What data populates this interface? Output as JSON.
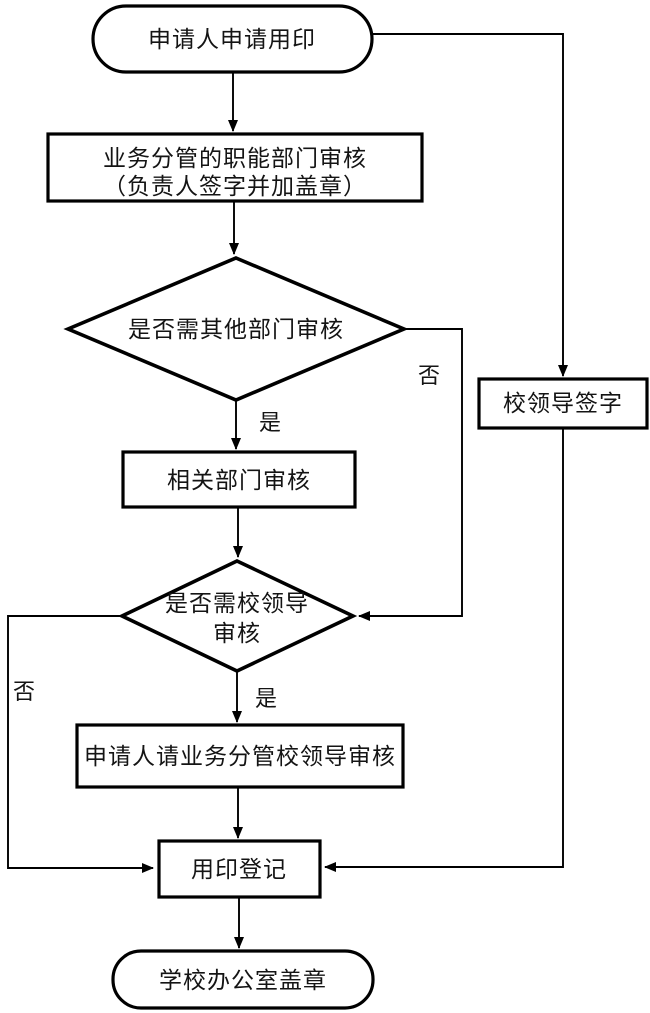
{
  "flowchart": {
    "background_color": "#ffffff",
    "line_color": "#000000",
    "text_color": "#141414",
    "nodes": {
      "start": {
        "label": "申请人申请用印"
      },
      "dept_review": {
        "line1": "业务分管的职能部门审核",
        "line2": "（负责人签字并加盖章）"
      },
      "decision_other_dept": {
        "label": "是否需其他部门审核"
      },
      "related_dept_review": {
        "label": "相关部门审核"
      },
      "decision_school_leader": {
        "line1": "是否需校领导",
        "line2": "审核"
      },
      "applicant_leader_review": {
        "label": "申请人请业务分管校领导审核"
      },
      "leader_sign": {
        "label": "校领导签字"
      },
      "seal_register": {
        "label": "用印登记"
      },
      "end": {
        "label": "学校办公室盖章"
      }
    },
    "edge_labels": {
      "other_dept_yes": "是",
      "other_dept_no": "否",
      "school_leader_yes": "是",
      "school_leader_no": "否"
    }
  }
}
